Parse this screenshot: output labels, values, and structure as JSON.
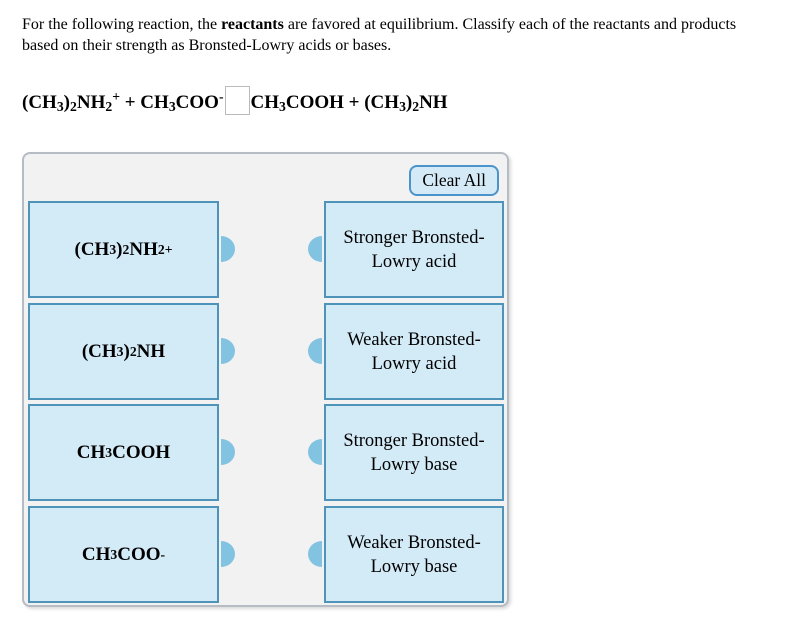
{
  "question": {
    "text_before_bold": "For the following reaction, the ",
    "bold_word": "reactants",
    "text_after_bold": " are favored at equilibrium. Classify each of the reactants and products based on their strength as Bronsted-Lowry acids or bases."
  },
  "equation": {
    "left_side": [
      "(CH",
      "sub:3",
      ")",
      "sub:2",
      "NH",
      "sub:2",
      "sup:+",
      " + CH",
      "sub:3",
      "COO",
      "sup:-"
    ],
    "right_side": [
      "CH",
      "sub:3",
      "COOH + (CH",
      "sub:3",
      ")",
      "sub:2",
      "NH"
    ]
  },
  "panel": {
    "clear_all_button": "Clear All",
    "draggable_items": [
      {
        "formula": [
          "(CH",
          "sub:3",
          ")",
          "sub:2",
          "NH",
          "sub:2",
          "sup:+"
        ]
      },
      {
        "formula": [
          "(CH",
          "sub:3",
          ")",
          "sub:2",
          "NH"
        ]
      },
      {
        "formula": [
          "CH",
          "sub:3",
          "COOH"
        ]
      },
      {
        "formula": [
          "CH",
          "sub:3",
          "COO",
          "sup:-"
        ]
      }
    ],
    "drop_targets": [
      {
        "label": "Stronger Bronsted-Lowry acid"
      },
      {
        "label": "Weaker Bronsted-Lowry acid"
      },
      {
        "label": "Stronger Bronsted-Lowry base"
      },
      {
        "label": "Weaker Bronsted-Lowry base"
      }
    ]
  },
  "colors": {
    "piece_fill": "#d3eaf7",
    "piece_border": "#4e93ba",
    "connector_tab": "#83c3e2",
    "panel_background": "#f2f2f3",
    "panel_border": "#b6bcc4",
    "button_border": "#4b94cb"
  }
}
